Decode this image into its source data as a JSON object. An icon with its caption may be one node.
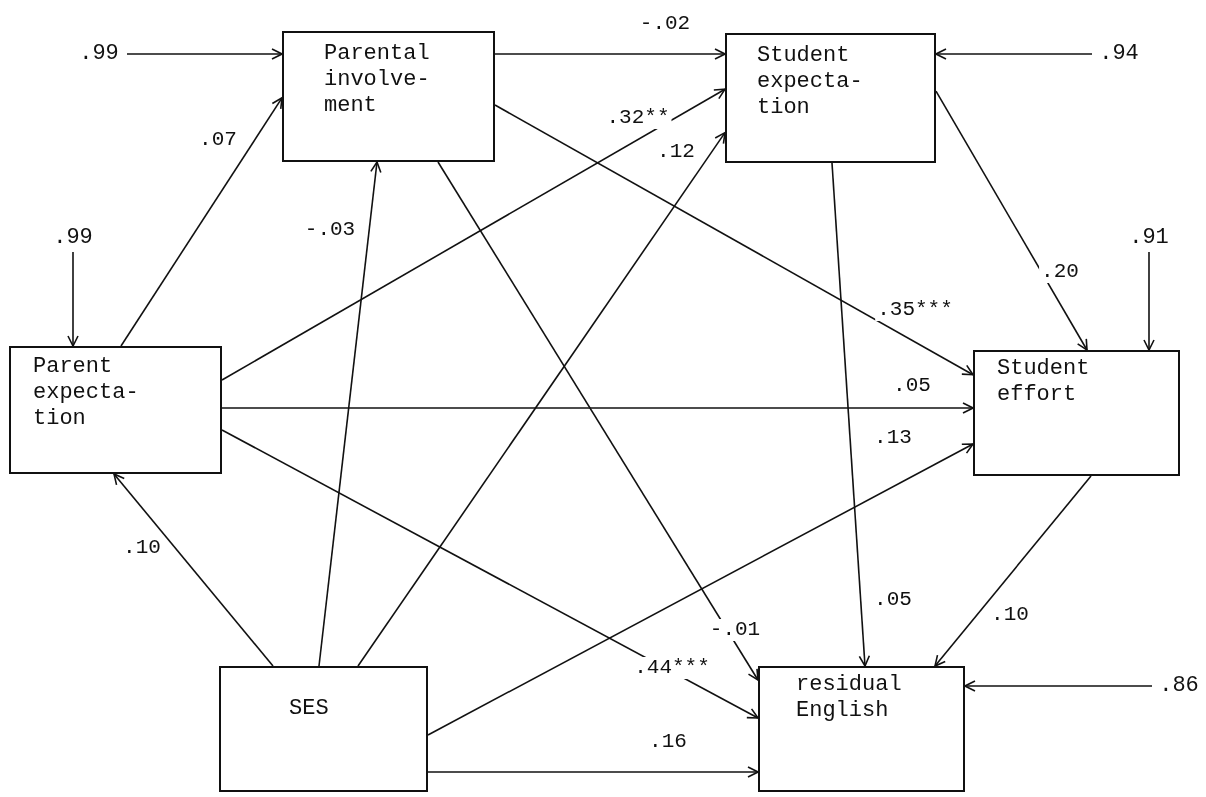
{
  "diagram": {
    "nodes": [
      {
        "text": [
          "Parental involve- ment"
        ]
      },
      {
        "text": [
          "Student expecta- tion"
        ]
      },
      {
        "text": [
          "Parent expecta- tion"
        ]
      },
      {
        "text": [
          "Student effort"
        ]
      },
      {
        "text": [
          "SES"
        ]
      },
      {
        "text": [
          "residual English"
        ]
      },
      {
        "text": [
          ".99"
        ]
      },
      {
        "text": [
          ".94"
        ]
      },
      {
        "text": [
          ".99"
        ]
      },
      {
        "text": [
          ".91"
        ]
      },
      {
        "text": [
          ".86"
        ]
      }
    ],
    "edges": [
      {
        "from": 0,
        "to": 1,
        "arrow": "to",
        "label": "-.02"
      },
      {
        "from": 2,
        "to": 0,
        "arrow": "to",
        "label": ".07"
      },
      {
        "from": 4,
        "to": 0,
        "arrow": "to",
        "label": "-.03"
      },
      {
        "from": 2,
        "to": 1,
        "arrow": "to",
        "label": ".32**"
      },
      {
        "from": 4,
        "to": 1,
        "arrow": "to",
        "label": ".12"
      },
      {
        "from": 0,
        "to": 3,
        "arrow": "to",
        "label": ".35***"
      },
      {
        "from": 1,
        "to": 3,
        "arrow": "to",
        "label": ".20"
      },
      {
        "from": 2,
        "to": 3,
        "arrow": "to",
        "label": ".05"
      },
      {
        "from": 4,
        "to": 3,
        "arrow": "to",
        "label": ".13"
      },
      {
        "from": 0,
        "to": 5,
        "arrow": "to",
        "label": "-.01"
      },
      {
        "from": 1,
        "to": 5,
        "arrow": "to",
        "label": ".05"
      },
      {
        "from": 3,
        "to": 5,
        "arrow": "to",
        "label": ".10"
      },
      {
        "from": 2,
        "to": 5,
        "arrow": "to",
        "label": ".44***"
      },
      {
        "from": 4,
        "to": 2,
        "arrow": "to",
        "label": ".10"
      },
      {
        "from": 4,
        "to": 5,
        "arrow": "to",
        "label": ".16"
      },
      {
        "from": 6,
        "to": 0,
        "arrow": "to"
      },
      {
        "from": 7,
        "to": 1,
        "arrow": "to"
      },
      {
        "from": 8,
        "to": 2,
        "arrow": "to"
      },
      {
        "from": 9,
        "to": 3,
        "arrow": "to"
      },
      {
        "from": 10,
        "to": 5,
        "arrow": "to"
      }
    ]
  }
}
